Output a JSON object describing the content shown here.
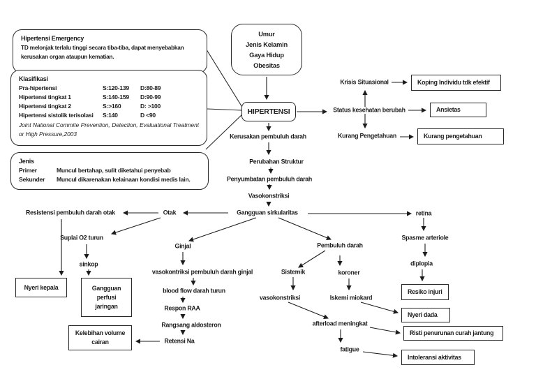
{
  "palette": {
    "ink": "#1c1c1c",
    "border": "#2a2a2a",
    "background": "#ffffff"
  },
  "callouts": {
    "emergency": {
      "title": "Hipertensi Emergency",
      "body": "TD melonjak terlalu tinggi secara tiba-tiba, dapat menyebabkan kerusakan organ ataupun kematian."
    },
    "klasifikasi": {
      "title": "Klasifikasi",
      "rows": [
        {
          "label": "Pra-hipertensi",
          "s": "S:120-139",
          "d": "D:80-89"
        },
        {
          "label": "Hipertensi tingkat 1",
          "s": "S:140-159",
          "d": "D:90-99"
        },
        {
          "label": "Hipertensi tingkat 2",
          "s": "S:>160",
          "d": "D: >100"
        },
        {
          "label": "Hipertensi sistolik terisolasi",
          "s": "S:140",
          "d": "D <90"
        }
      ],
      "source": "Joint National Commite Prevention, Detection, Evaluational Treatment or High Pressure,2003"
    },
    "jenis": {
      "title": "Jenis",
      "rows": [
        {
          "label": "Primer",
          "desc": "Muncul bertahap, sulit diketahui penyebab"
        },
        {
          "label": "Sekunder",
          "desc": "Muncul dikarenakan kelainaan kondisi medis lain."
        }
      ]
    },
    "faktor": {
      "lines": [
        "Umur",
        "Jenis Kelamin",
        "Gaya Hidup",
        "Obesitas"
      ]
    }
  },
  "nodes": {
    "hipertensi": "HIPERTENSI",
    "krisis_situasional": "Krisis Situasional",
    "status_kesehatan": "Status kesehatan berubah",
    "kurang_pengetahuan": "Kurang Pengetahuan",
    "kerusakan": "Kerusakan pembuluh darah",
    "perubahan": "Perubahan Struktur",
    "penyumbatan": "Penyumbatan pembuluh darah",
    "vasokonstriksi": "Vasokonstriksi",
    "gangguan_sirkularitas": "Gangguan sirkularitas",
    "otak": "Otak",
    "retina": "retina",
    "resistensi": "Resistensi pembuluh darah otak",
    "suplai_o2": "Suplai O2 turun",
    "sinkop": "sinkop",
    "ginjal": "Ginjal",
    "vasokontriksi_ginjal": "vasokontriksi pembuluh darah ginjal",
    "blood_flow": "blood flow darah turun",
    "respon_raa": "Respon RAA",
    "rangsang_aldosteron": "Rangsang aldosteron",
    "retensi_na": "Retensi Na",
    "pembuluh_darah": "Pembuluh darah",
    "sistemik": "Sistemik",
    "koroner": "koroner",
    "vasokonstriksi_sistemik": "vasokonstriksi",
    "iskemi_miokard": "Iskemi miokard",
    "afterload": "afterload meningkat",
    "fatigue": "fatigue",
    "spasme_arteriole": "Spasme arteriole",
    "diplopia": "diplopia"
  },
  "diagnoses": {
    "koping": "Koping Individu tdk efektif",
    "ansietas": "Ansietas",
    "kurang_pengetahuan": "Kurang pengetahuan",
    "nyeri_kepala": "Nyeri kepala",
    "gangguan_perfusi": "Gangguan perfusi jaringan",
    "kelebihan_volume": "Kelebihan volume cairan",
    "resiko_injuri": "Resiko injuri",
    "nyeri_dada": "Nyeri dada",
    "risti_curah_jantung": "Risti penurunan curah jantung",
    "intoleransi": "Intoleransi aktivitas"
  }
}
